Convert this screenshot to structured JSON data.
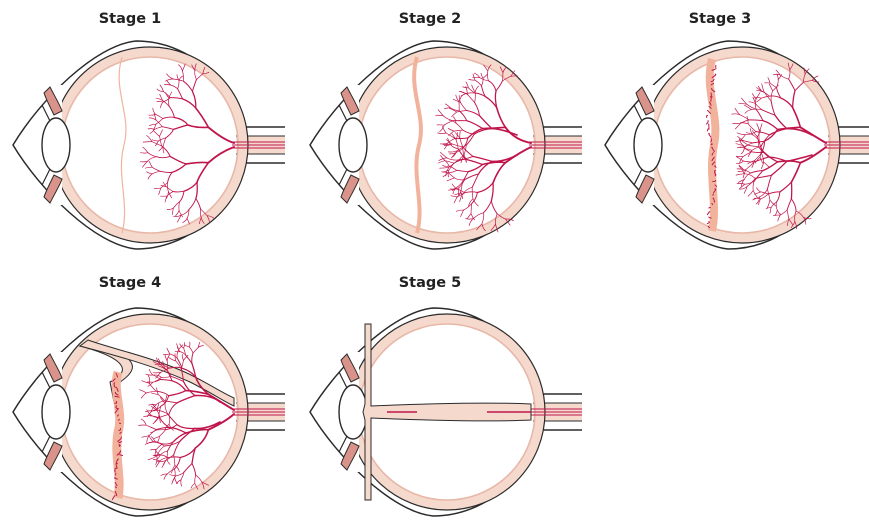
{
  "stages": [
    {
      "label": "Stage 1"
    },
    {
      "label": "Stage 2"
    },
    {
      "label": "Stage 3"
    },
    {
      "label": "Stage 4"
    },
    {
      "label": "Stage 5"
    }
  ],
  "colors": {
    "outline": "#2b2b2b",
    "wall": "#f4d9cc",
    "wall_inner": "#e8b7a8",
    "vessel": "#c0154b",
    "ridge": "#f2b39c",
    "ciliary": "#d9938a"
  }
}
